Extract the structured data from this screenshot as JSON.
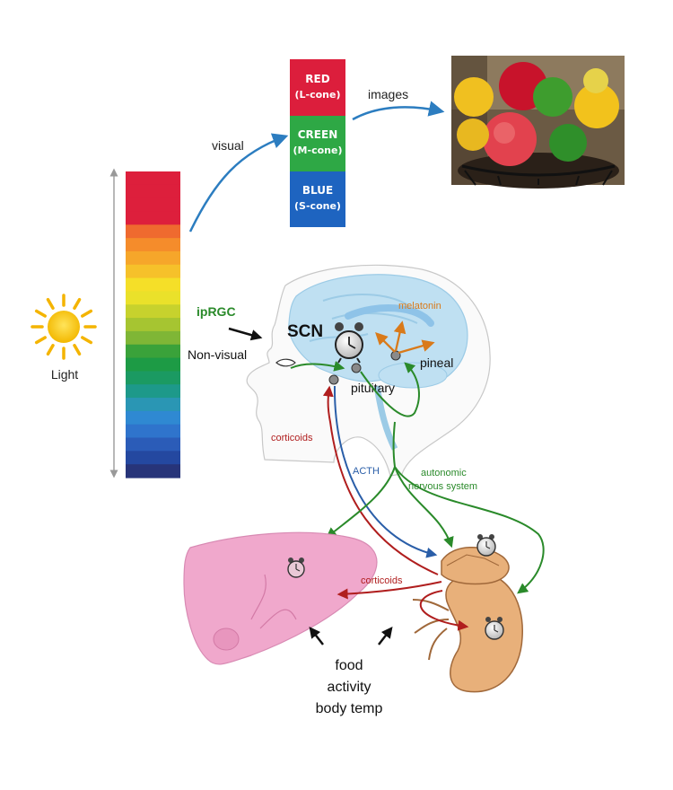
{
  "light": {
    "label": "Light"
  },
  "spectrum": {
    "colors": [
      "#dd1f3c",
      "#dd1f3c",
      "#dd1f3c",
      "#dd1f3c",
      "#ef6a2f",
      "#f58c2b",
      "#f6a62a",
      "#f6c12a",
      "#f5df28",
      "#eae12a",
      "#c7d22d",
      "#a6c531",
      "#7fb636",
      "#3aa23a",
      "#1d9b45",
      "#1b9a62",
      "#1d998a",
      "#2a96b4",
      "#2f89d2",
      "#2f74cc",
      "#2b5cb8",
      "#2448a0",
      "#273479"
    ]
  },
  "cones": [
    {
      "line1": "RED",
      "line2": "(L-cone)",
      "color": "#dc1e3c"
    },
    {
      "line1": "CREEN",
      "line2": "(M-cone)",
      "color": "#2ea845"
    },
    {
      "line1": "BLUE",
      "line2": "(S-cone)",
      "color": "#1e64c0"
    }
  ],
  "labels": {
    "visual": "visual",
    "images": "images",
    "iprgc": "ipRGC",
    "non_visual": "Non-visual",
    "scn": "SCN",
    "melatonin": "melatonin",
    "pineal": "pineal",
    "pituitary": "pituitary",
    "corticoids_upper": "corticoids",
    "acth": "ACTH",
    "autonomic_line1": "autonomic",
    "autonomic_line2": "nervous system",
    "corticoids_lower": "corticoids",
    "food": "food",
    "activity": "activity",
    "body_temp": "body temp"
  },
  "colors": {
    "visual_arrow": "#2c7dc0",
    "melatonin": "#d97a1a",
    "neural_green": "#2a8a2a",
    "corticoids_red": "#b01e1e",
    "acth_blue": "#2a5ea8",
    "liver": "#f0a8cc",
    "adrenal": "#e8b07a",
    "brain": "#bfe0f2"
  }
}
